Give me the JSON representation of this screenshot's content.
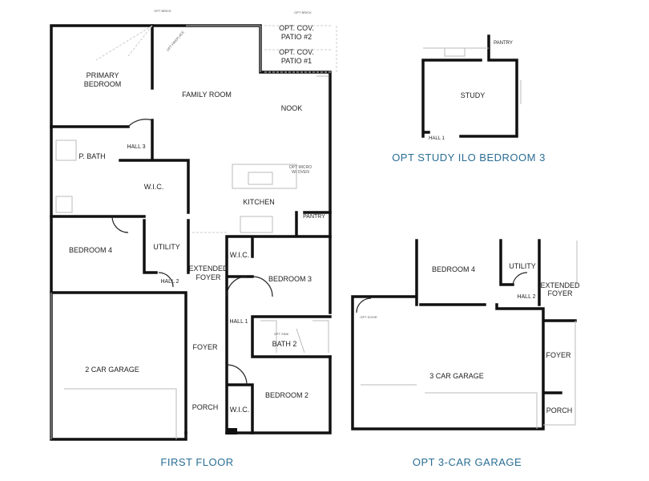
{
  "colors": {
    "title": "#2a6d94",
    "walls": "#111111"
  },
  "titles": {
    "first_floor": "FIRST FLOOR",
    "study": "OPT STUDY ILO BEDROOM 3",
    "garage3": "OPT 3-CAR GARAGE"
  },
  "first_floor": {
    "opt_brick_1": "OPT BRICK",
    "opt_brick_2": "OPT BRICK",
    "opt_fireplace": "OPT FIREPLACE",
    "patio2": [
      "OPT. COV.",
      "PATIO #2"
    ],
    "patio1": [
      "OPT. COV.",
      "PATIO #1"
    ],
    "primary_bedroom": [
      "PRIMARY",
      "BEDROOM"
    ],
    "family_room": "FAMILY ROOM",
    "nook": "NOOK",
    "hall3": "HALL 3",
    "p_bath": "P. BATH",
    "wic1": "W.I.C.",
    "opt_micro": [
      "OPT MICRO",
      "W/ OVEN"
    ],
    "kitchen": "KITCHEN",
    "pantry": "PANTRY",
    "bedroom4": "BEDROOM 4",
    "utility": "UTILITY",
    "extended_foyer": [
      "EXTENDED",
      "FOYER"
    ],
    "hall2": "HALL 2",
    "wic2": "W.I.C.",
    "bedroom3": "BEDROOM 3",
    "hall1": "HALL 1",
    "opt_sink": "OPT SINK",
    "bath2": "BATH 2",
    "garage": "2 CAR GARAGE",
    "foyer": "FOYER",
    "porch": "PORCH",
    "bedroom2": "BEDROOM 2",
    "wic3": "W.I.C."
  },
  "study_option": {
    "pantry": "PANTRY",
    "study": "STUDY",
    "hall1": "HALL 1"
  },
  "garage_option": {
    "bedroom4": "BEDROOM 4",
    "utility": "UTILITY",
    "hall2": "HALL 2",
    "extended_foyer": [
      "EXTENDED",
      "FOYER"
    ],
    "opt_door": "OPT DOOR",
    "garage": "3 CAR GARAGE",
    "foyer": "FOYER",
    "porch": "PORCH"
  }
}
